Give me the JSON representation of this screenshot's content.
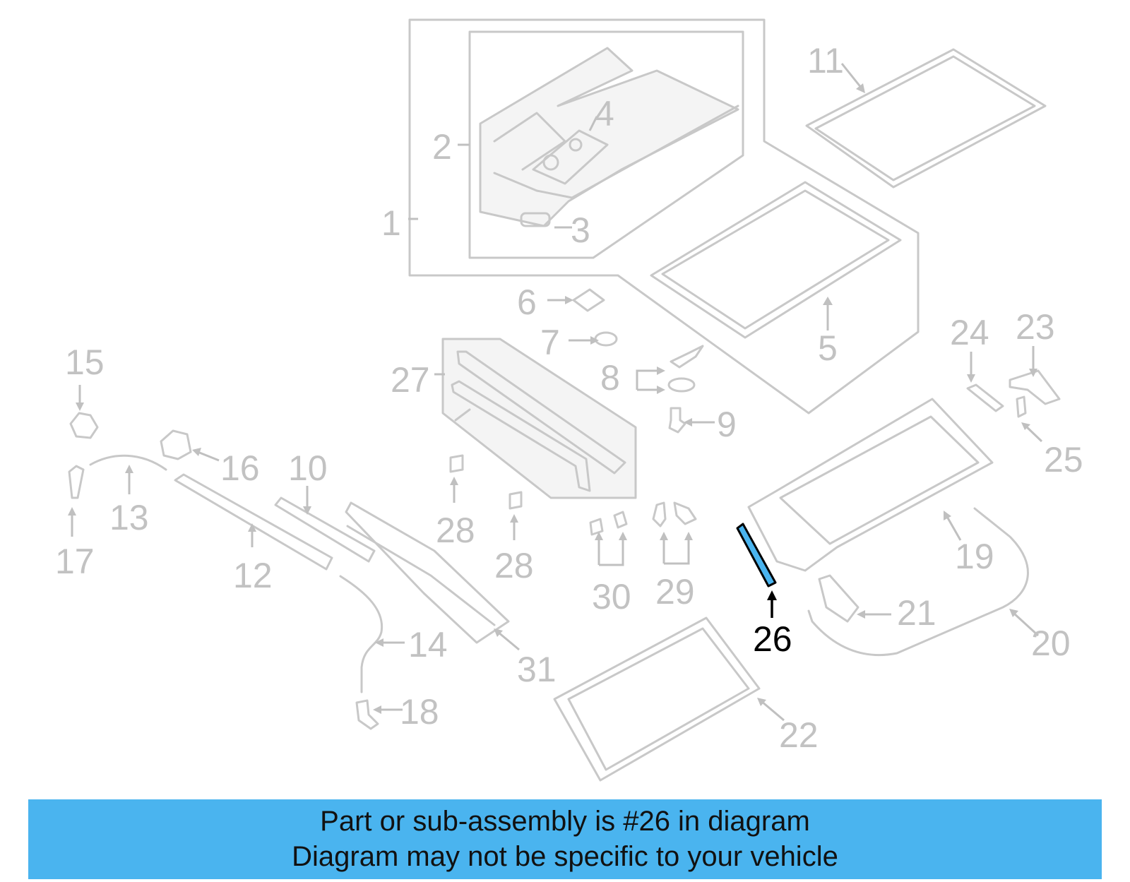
{
  "diagram": {
    "highlighted_part": "26",
    "highlight_color": "#4ab4ef",
    "callouts": [
      "1",
      "2",
      "3",
      "4",
      "5",
      "6",
      "7",
      "8",
      "9",
      "10",
      "11",
      "12",
      "13",
      "14",
      "15",
      "16",
      "17",
      "18",
      "19",
      "20",
      "21",
      "22",
      "23",
      "24",
      "25",
      "26",
      "27",
      "28",
      "28",
      "29",
      "30",
      "31"
    ]
  },
  "banner": {
    "line1": "Part or sub-assembly is #26 in diagram",
    "line2": "Diagram may not be specific to your vehicle",
    "background": "#4ab4ef"
  }
}
